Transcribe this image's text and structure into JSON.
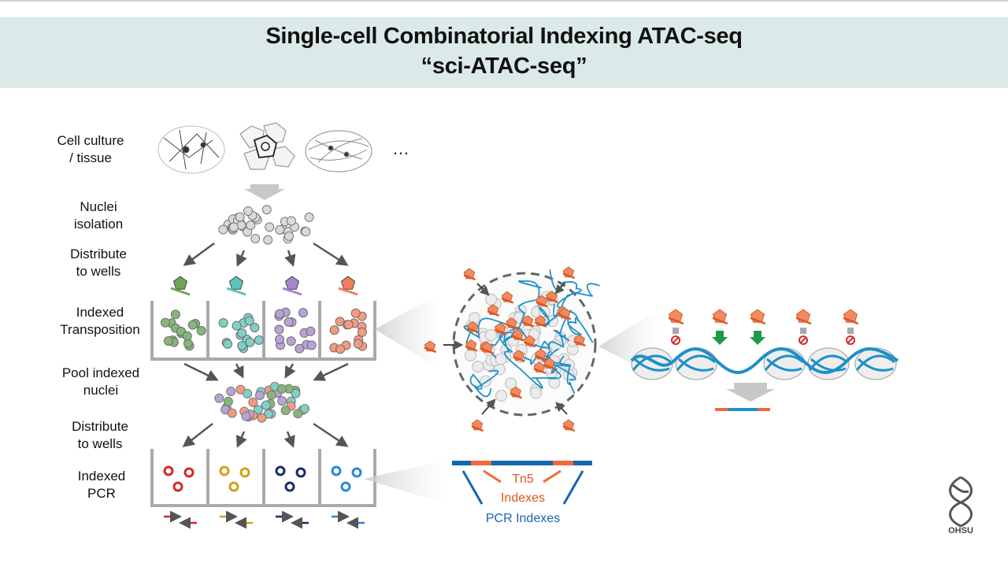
{
  "title": {
    "line1": "Single-cell Combinatorial Indexing ATAC-seq",
    "line2": "“sci-ATAC-seq”"
  },
  "steps": [
    {
      "line1": "Cell culture",
      "line2": "/ tissue"
    },
    {
      "line1": "Nuclei",
      "line2": "isolation"
    },
    {
      "line1": "Distribute",
      "line2": "to wells"
    },
    {
      "line1": "Indexed",
      "line2": "Transposition"
    },
    {
      "line1": "Pool indexed",
      "line2": "nuclei"
    },
    {
      "line1": "Distribute",
      "line2": "to wells"
    },
    {
      "line1": "Indexed",
      "line2": "PCR"
    }
  ],
  "ellipsis": "…",
  "read_labels": {
    "tn5": "Tn5",
    "indexes": "Indexes",
    "pcr_indexes": "PCR Indexes"
  },
  "logo": {
    "text": "OHSU"
  },
  "colors": {
    "banner": "#dbe9e8",
    "tn5_orange": "#f28a5e",
    "dna_blue": "#1e90c8",
    "well_colors": [
      "#86b77a",
      "#7fd1c7",
      "#b8a2d6",
      "#f59a80"
    ],
    "pcr_colors": [
      "#d62828",
      "#d4a017",
      "#1a2a6c",
      "#2f86d6"
    ]
  }
}
